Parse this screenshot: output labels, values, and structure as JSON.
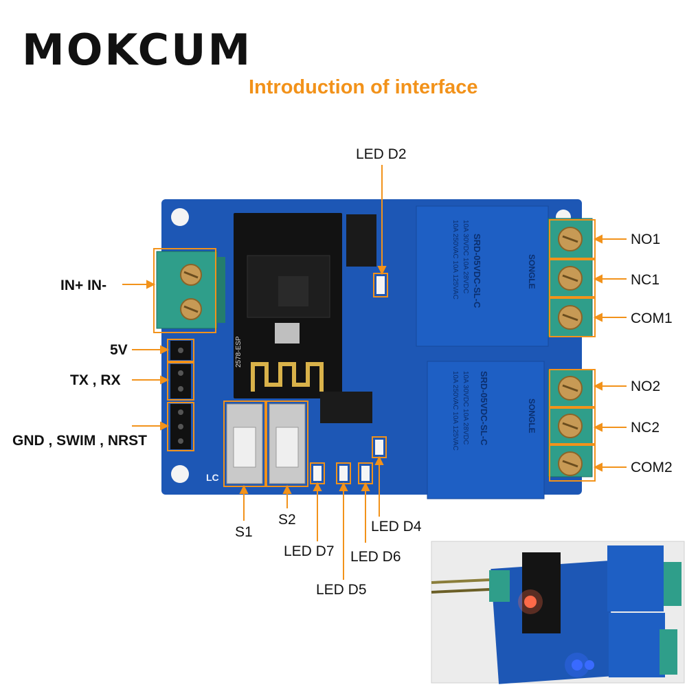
{
  "brand": "MOKCUM",
  "subtitle": "Introduction of interface",
  "colors": {
    "accent": "#f2921a",
    "board": "#1d57b5",
    "relay": "#1e5fc4",
    "terminal": "#2f9e8a"
  },
  "labels": {
    "in": "IN+  IN-",
    "v5": "5V",
    "txrx": "TX , RX",
    "gnd": "GND , SWIM , NRST",
    "s1": "S1",
    "s2": "S2",
    "led_d2": "LED D2",
    "led_d4": "LED D4",
    "led_d5": "LED D5",
    "led_d6": "LED D6",
    "led_d7": "LED D7",
    "no1": "NO1",
    "nc1": "NC1",
    "com1": "COM1",
    "no2": "NO2",
    "nc2": "NC2",
    "com2": "COM2"
  },
  "relay": {
    "brand": "SONGLE",
    "model": "SRD-05VDC-SL-C",
    "rating1": "10A 250VAC  10A 125VAC",
    "rating2": "10A 30VDC  10A 28VDC"
  },
  "module": {
    "marking": "2578-ESP"
  },
  "board_mark": "LC"
}
